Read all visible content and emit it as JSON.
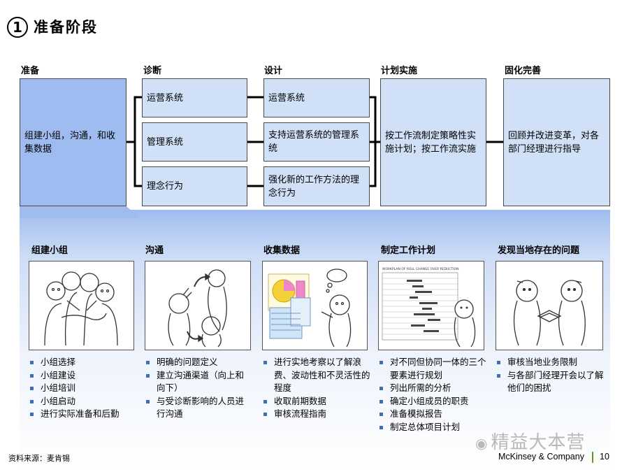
{
  "header": {
    "number": "1",
    "title": "准备阶段"
  },
  "stages": [
    {
      "label": "准备",
      "boxes": [
        "组建小组，沟通，和收集数据"
      ]
    },
    {
      "label": "诊断",
      "boxes": [
        "运营系统",
        "管理系统",
        "理念行为"
      ]
    },
    {
      "label": "设计",
      "boxes": [
        "运营系统",
        "支持运营系统的管理系统",
        "强化新的工作方法的理念行为"
      ]
    },
    {
      "label": "计划实施",
      "boxes": [
        "按工作流制定策略性实施计划；按工作流实施"
      ]
    },
    {
      "label": "固化完善",
      "boxes": [
        "回顾并改进变革，对各部门经理进行指导"
      ]
    }
  ],
  "sections": [
    {
      "title": "组建小组",
      "bullets": [
        "小组选择",
        "小组建设",
        "小组培训",
        "小组启动",
        "进行实际准备和后勤"
      ]
    },
    {
      "title": "沟通",
      "bullets": [
        "明确的问题定义",
        "建立沟通渠道（向上和向下）",
        "与受诊断影响的人员进行沟通"
      ]
    },
    {
      "title": "收集数据",
      "bullets": [
        "进行实地考察以了解浪费、波动性和不灵活性的程度",
        "收取前期数据",
        "审核流程指南"
      ]
    },
    {
      "title": "制定工作计划",
      "bullets": [
        "对不同但协同一体的三个要素进行规划",
        "列出所需的分析",
        "确定小组成员的职责",
        "准备模拟报告",
        "制定总体项目计划"
      ]
    },
    {
      "title": "发现当地存在的问题",
      "bullets": [
        "审核当地业务限制",
        "与各部门经理开会以了解他们的困扰"
      ]
    }
  ],
  "illustration_text": {
    "workplan_header": "WORKPLAN OF ROLL CHANGE OVER REDUCTION"
  },
  "footer": {
    "source": "资料来源：麦肯锡",
    "company": "McKinsey & Company",
    "page": "10",
    "watermark": "精益大本营"
  }
}
